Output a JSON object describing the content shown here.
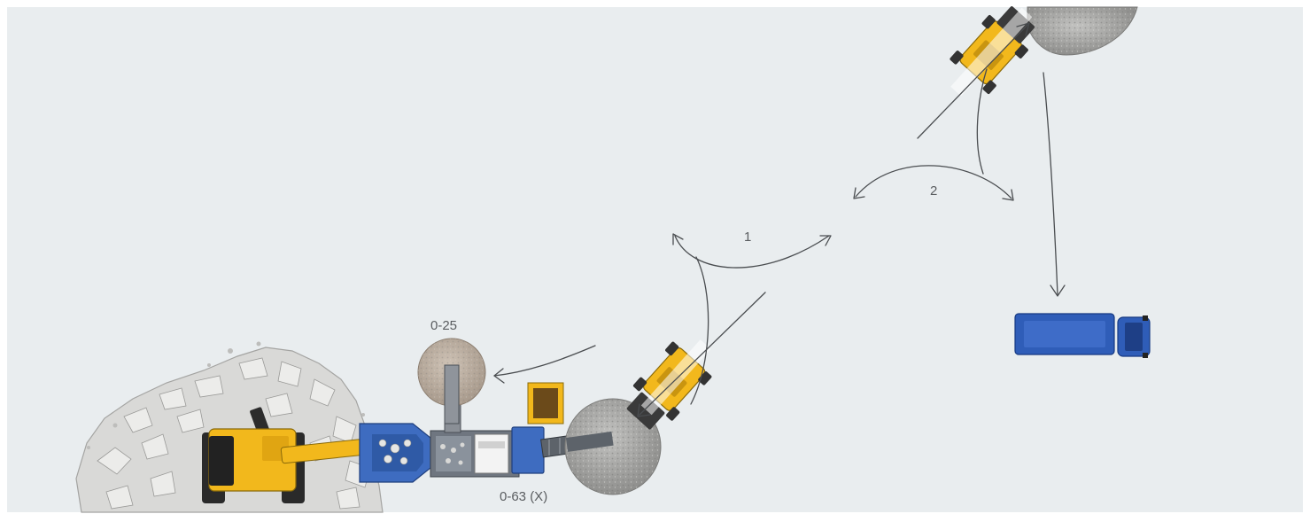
{
  "diagram": {
    "labels": {
      "fine_stockpile": "0-25",
      "main_product": "0-63 (X)",
      "cycle_one": "1",
      "cycle_two": "2"
    },
    "colors": {
      "background": "#e9edef",
      "arrow": "#4a4d50",
      "loader_yellow": "#f2b81c",
      "crusher_blue": "#3e6cc0",
      "truck_blue": "#2f5db8",
      "stockpile_gray": "#a9a9a7",
      "rubble_gray": "#d6d6d4"
    }
  }
}
